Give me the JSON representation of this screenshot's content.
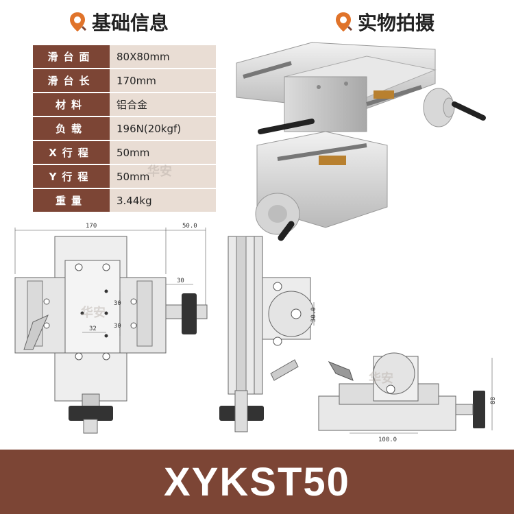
{
  "headings": {
    "basic_info": "基础信息",
    "photo": "实物拍摄"
  },
  "specs": [
    {
      "label": "滑台面",
      "value": "80X80mm"
    },
    {
      "label": "滑台长",
      "value": "170mm"
    },
    {
      "label": "材料",
      "value": "铝合金"
    },
    {
      "label": "负载",
      "value": "196N(20kgf)"
    },
    {
      "label": "X行程",
      "value": "50mm"
    },
    {
      "label": "Y行程",
      "value": "50mm"
    },
    {
      "label": "重量",
      "value": "3.44kg"
    }
  ],
  "dimensions": {
    "top_width": "170",
    "knob_offset": "50.0",
    "side_30": "30",
    "hole_30_a": "30",
    "hole_30_b": "30",
    "hole_32": "32",
    "side_view_30": "30.0",
    "front_height": "88",
    "front_width": "100.0"
  },
  "watermark": "华安",
  "model": "XYKST50",
  "colors": {
    "brand": "#7c4535",
    "value_bg": "#e9ddd4",
    "accent": "#e0732a"
  }
}
